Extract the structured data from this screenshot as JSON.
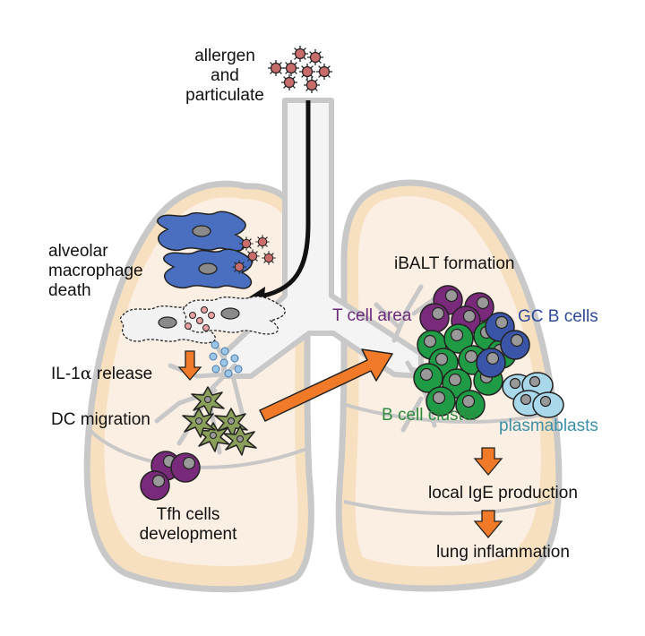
{
  "labels": {
    "allergen": [
      "allergen",
      "and",
      "particulate"
    ],
    "alveolar": [
      "alveolar",
      "macrophage",
      "death"
    ],
    "il1a_prefix": "IL-1",
    "il1a_symbol": "α",
    "il1a_suffix": " release",
    "dc_migration": "DC migration",
    "tfh": [
      "Tfh cells",
      "development"
    ],
    "ibalt": "iBALT formation",
    "t_cell_area": "T cell area",
    "gc_b_cells": "GC B cells",
    "b_cell_cluster": "B cell cluster",
    "plasmablasts": "plasmablasts",
    "local_ige": "local IgE production",
    "lung_inflammation": "lung inflammation"
  },
  "colors": {
    "lung_fill": "#fbeee2",
    "lung_shadow": "#f5dcb6",
    "lung_outline": "#c8c8c8",
    "bronchi": "#f4f4f4",
    "macrophage": "#4a6fc0",
    "particle": "#c86b6b",
    "il1a_dots": "#9ac6e8",
    "dc": "#8aa05a",
    "tfh_cell": "#7a2a7a",
    "b_cell": "#1f9a45",
    "gc_b_cell": "#3a55a8",
    "plasmablast": "#a8d8ea",
    "arrow": "#f07a28"
  }
}
